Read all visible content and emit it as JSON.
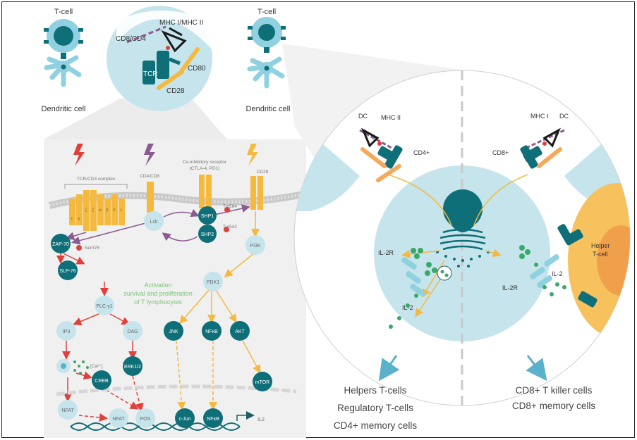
{
  "top": {
    "tcell_left": "T-cell",
    "tcell_right": "T-cell",
    "dendritic_left": "Dendritic cell",
    "dendritic_right": "Dendritic cell",
    "zoom_labels": {
      "mhc": "MHC I/MHC II",
      "cd8cd4": "CD8/CD4",
      "tcr": "TCR",
      "cd80": "CD80",
      "cd28": "CD28"
    }
  },
  "signaling": {
    "tcr_complex": "TCR/CD3 complex",
    "cd4cd8": "CD4/CD8",
    "coinhib": "Co-inhibitory receptor",
    "coinhib_sub": "(CTLA-4, PD1)",
    "cd28": "CD28",
    "lck": "Lck",
    "shp1": "SHP1",
    "shp2": "SHP2",
    "tyr564": "Tyr564",
    "tyr542": "Tyr542",
    "zap70": "ZAP-70",
    "slp76": "SLP-76",
    "ser376": "Ser376",
    "plc": "PLC-γ1",
    "ip3": "IP3",
    "dag": "DAG",
    "ca": "[Ca²⁺]",
    "creb": "CREB",
    "erk": "ERK1/2",
    "nfat1": "NFAT",
    "nfat2": "NFAT",
    "fos": "FOS",
    "pi3k": "PI3K",
    "pdk1": "PDK1",
    "jnk": "JNK",
    "nfkb1": "NFκB",
    "akt": "AKT",
    "mtor": "mTOR",
    "cjun": "c-Jun",
    "nfkb2": "NFκB",
    "il2gene": "IL2",
    "activation_l1": "Activation",
    "activation_l2": "survival and proliferation",
    "activation_l3": "of T lymphocytes",
    "cd3_letters": [
      "ζ",
      "ζ",
      "ε",
      "γ",
      "α",
      "β",
      "δ",
      "ε"
    ]
  },
  "big": {
    "dc_left": "DC",
    "dc_right": "DC",
    "mhc2": "MHC II",
    "mhc1": "MHC I",
    "cd4": "CD4+",
    "cd8": "CD8+",
    "il2r_left": "IL-2R",
    "il2r_right": "IL-2R",
    "il2_left": "IL-2",
    "il2_right": "IL-2",
    "helper_l1": "Helper",
    "helper_l2": "T-cell"
  },
  "outcomes": {
    "left": [
      "Helpers T-cells",
      "Regulatory T-cells",
      "CD4+ memory cells"
    ],
    "right": [
      "CD8+ T killer cells",
      "CD8+ memory cells"
    ]
  },
  "colors": {
    "teal": "#0f6f78",
    "light_blue": "#c6e4ec",
    "orange": "#f5b93e",
    "purple": "#8a5b8f",
    "red_arrow": "#e0403c",
    "pale_bg": "#f0f0f0",
    "green_dot": "#3aa86b"
  }
}
